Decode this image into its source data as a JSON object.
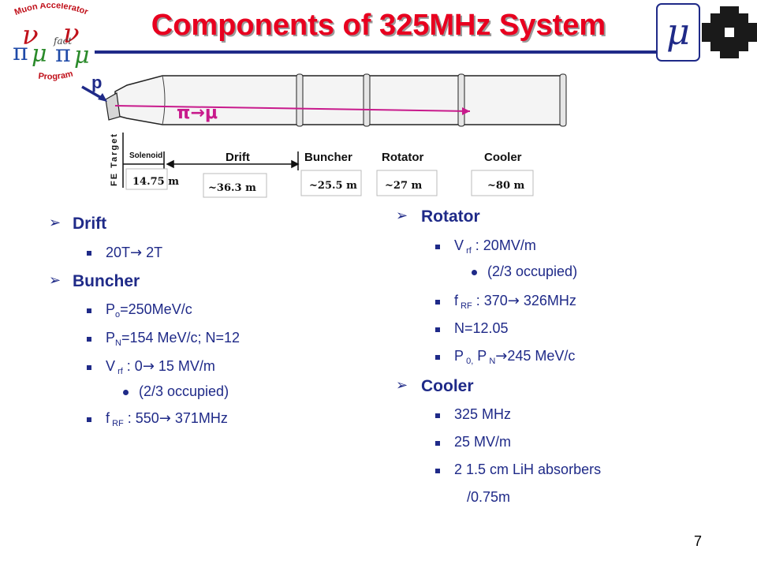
{
  "title": "Components of 325MHz System",
  "logo": {
    "top_text": "Muon Accelerator",
    "bottom_text": "Program",
    "fact_text": "fact",
    "mu_glyph": "μ"
  },
  "diagram": {
    "beam_label": "p",
    "decay_label": "π→μ",
    "target_label": "FE Target",
    "sections": [
      {
        "name": "Solenoid",
        "length": "14.75 m"
      },
      {
        "name": "Drift",
        "length": "~36.3 m"
      },
      {
        "name": "Buncher",
        "length": "~25.5 m"
      },
      {
        "name": "Rotator",
        "length": "~27 m"
      },
      {
        "name": "Cooler",
        "length": "~80 m"
      }
    ]
  },
  "left": {
    "drift": {
      "heading": "Drift",
      "field_a": "20T",
      "field_b": " 2T"
    },
    "buncher": {
      "heading": "Buncher",
      "po_pre": "P",
      "po_sub": "o",
      "po_val": "=250MeV/c",
      "pn_pre": "P",
      "pn_sub": "N",
      "pn_val": "=154 MeV/c; N=12",
      "vrf_pre": "V",
      "vrf_sub": " rf",
      "vrf_a": " : 0",
      "vrf_b": " 15 MV/m",
      "occupied": "(2/3 occupied)",
      "frf_pre": "f",
      "frf_sub": " RF",
      "frf_a": " : 550",
      "frf_b": " 371MHz"
    }
  },
  "right": {
    "rotator": {
      "heading": "Rotator",
      "vrf_pre": "V",
      "vrf_sub": " rf",
      "vrf_val": " : 20MV/m",
      "occupied": "(2/3 occupied)",
      "frf_pre": "f",
      "frf_sub": " RF",
      "frf_a": " : 370",
      "frf_b": " 326MHz",
      "n_val": "N=12.05",
      "p_pre": "P",
      "p_sub0": " 0,",
      "p_mid": " P",
      "p_subn": " N",
      "p_val": "245 MeV/c"
    },
    "cooler": {
      "heading": "Cooler",
      "freq": "325 MHz",
      "grad": "25 MV/m",
      "absorbers": "2 1.5 cm LiH absorbers",
      "spacing": "/0.75m"
    }
  },
  "page_number": "7"
}
